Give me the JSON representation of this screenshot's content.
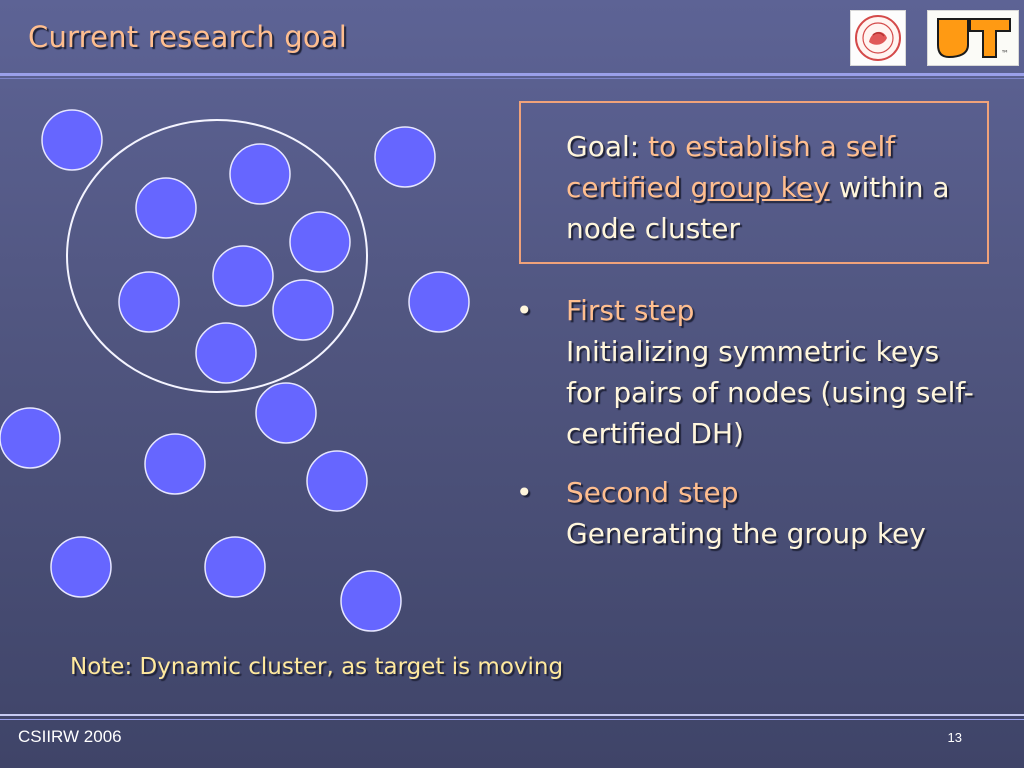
{
  "slide": {
    "title": "Current research goal",
    "page_number": "13",
    "footer_text": "CSIIRW 2006"
  },
  "logos": {
    "left_name": "university-of-louisville-seal",
    "right_name": "ut-logo",
    "right_text": "UT"
  },
  "goal": {
    "lead": "Goal:",
    "body": "to establish a self certified",
    "key": "group key",
    "tail": "within a node cluster"
  },
  "steps": [
    {
      "bullet": "•",
      "title": "First step",
      "description": "Initializing symmetric keys for pairs of nodes (using self-certified DH)"
    },
    {
      "bullet": "•",
      "title": "Second step",
      "description": "Generating the group key"
    }
  ],
  "note": "Note: Dynamic cluster, as target is moving",
  "colors": {
    "title": "#ffbe8f",
    "text": "#fff6dc",
    "note": "#ffe99e",
    "node": "#6666ff",
    "node_stroke": "#e6e6ff",
    "box": "#f0a27a"
  }
}
